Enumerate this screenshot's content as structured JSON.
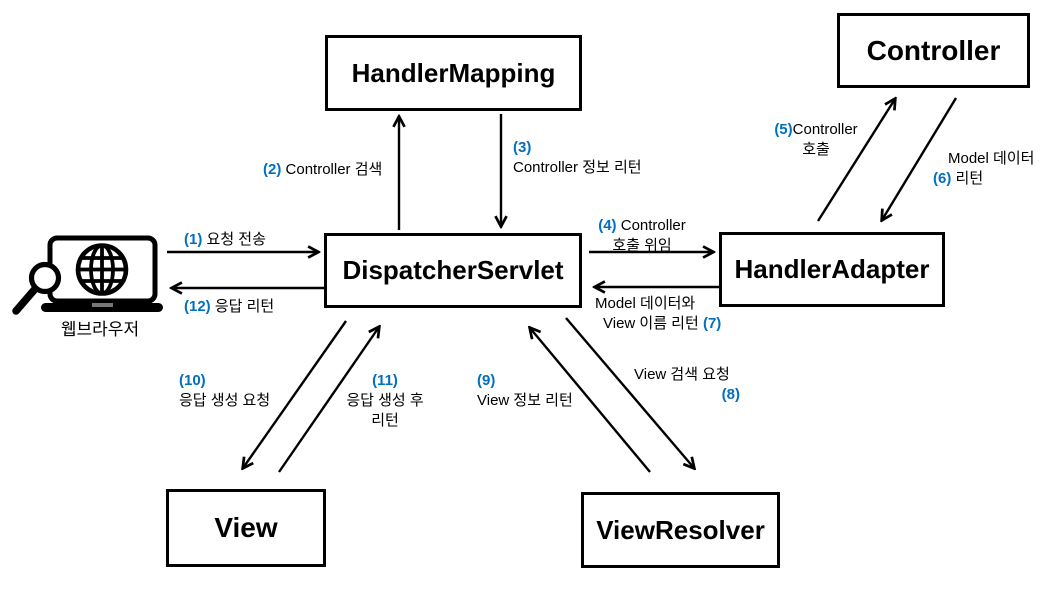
{
  "colors": {
    "step_number_blue": "#0070C0",
    "line_black": "#000000",
    "background": "#FFFFFF"
  },
  "browser": {
    "label": "웹브라우저",
    "icon": "laptop-globe-magnifier-icon"
  },
  "boxes": {
    "handler_mapping": "HandlerMapping",
    "controller": "Controller",
    "dispatcher_servlet": "DispatcherServlet",
    "handler_adapter": "HandlerAdapter",
    "view": "View",
    "view_resolver": "ViewResolver"
  },
  "steps": {
    "s1": {
      "num": "(1)",
      "text": "요청 전송",
      "from": "웹브라우저",
      "to": "DispatcherServlet"
    },
    "s2": {
      "num": "(2)",
      "text": "Controller 검색",
      "from": "DispatcherServlet",
      "to": "HandlerMapping"
    },
    "s3": {
      "num": "(3)",
      "text": "Controller 정보 리턴",
      "from": "HandlerMapping",
      "to": "DispatcherServlet"
    },
    "s4": {
      "num": "(4)",
      "text": "Controller",
      "text2": "호출 위임",
      "from": "DispatcherServlet",
      "to": "HandlerAdapter"
    },
    "s5": {
      "num": "(5)",
      "text": "Controller",
      "text2": "호출",
      "from": "HandlerAdapter",
      "to": "Controller"
    },
    "s6": {
      "num": "(6)",
      "text": "Model 데이터",
      "text2": "리턴",
      "from": "Controller",
      "to": "HandlerAdapter"
    },
    "s7": {
      "num": "(7)",
      "text": "Model 데이터와",
      "text2": "View 이름 리턴",
      "from": "HandlerAdapter",
      "to": "DispatcherServlet"
    },
    "s8": {
      "num": "(8)",
      "text": "View 검색 요청",
      "from": "DispatcherServlet",
      "to": "ViewResolver"
    },
    "s9": {
      "num": "(9)",
      "text": "View 정보 리턴",
      "from": "ViewResolver",
      "to": "DispatcherServlet"
    },
    "s10": {
      "num": "(10)",
      "text": "응답 생성 요청",
      "from": "DispatcherServlet",
      "to": "View"
    },
    "s11": {
      "num": "(11)",
      "text": "응답 생성 후",
      "text2": "리턴",
      "from": "View",
      "to": "DispatcherServlet"
    },
    "s12": {
      "num": "(12)",
      "text": "응답 리턴",
      "from": "DispatcherServlet",
      "to": "웹브라우저"
    }
  }
}
